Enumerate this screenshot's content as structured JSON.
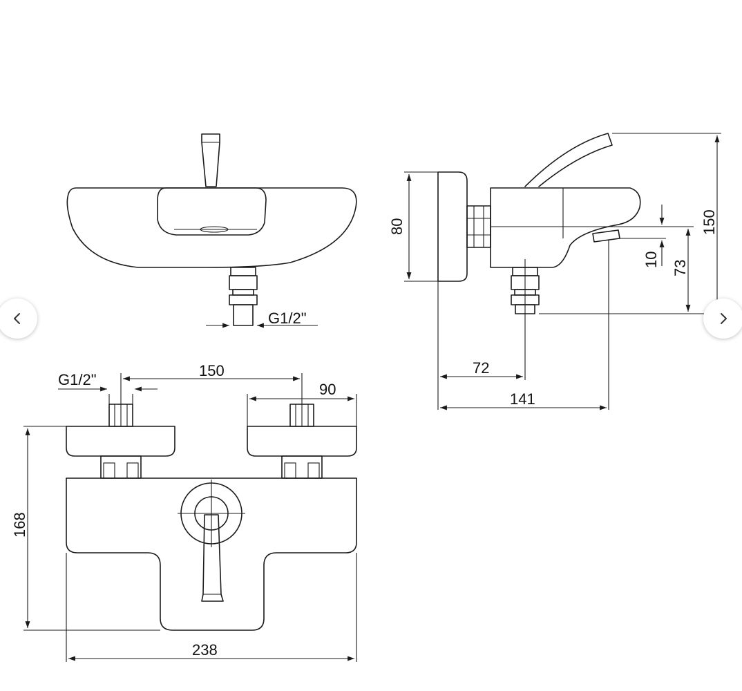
{
  "navigation": {
    "prev_icon": "chevron-left-icon",
    "next_icon": "chevron-right-icon"
  },
  "dimensions": {
    "front_thread": "G1/2\"",
    "bottom_thread": "G1/2\"",
    "center_distance": "150",
    "eccentric_width": "90",
    "total_width": "238",
    "total_height": "168",
    "side_flange_height": "80",
    "side_total_height": "150",
    "side_spout_height": "73",
    "side_spout_offset": "10",
    "side_depth_inlet": "72",
    "side_total_depth": "141"
  }
}
